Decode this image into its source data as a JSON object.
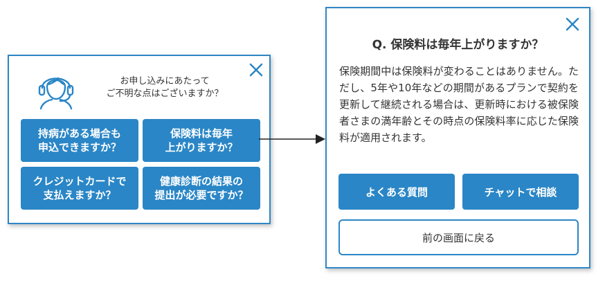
{
  "left_widget": {
    "greeting_line1": "お申し込みにあたって",
    "greeting_line2": "ご不明な点はございますか？",
    "faq_buttons": [
      {
        "label": "持病がある場合も\n申込できますか？"
      },
      {
        "label": "保険料は毎年\n上がりますか？"
      },
      {
        "label": "クレジットカードで\n支払えますか？"
      },
      {
        "label": "健康診断の結果の\n提出が必要ですか？"
      }
    ]
  },
  "right_widget": {
    "question": "Q. 保険料は毎年上がりますか？",
    "answer": "保険期間中は保険料が変わることはありません。ただし、5年や10年などの期間があるプランで契約を更新して継続される場合は、更新時における被保険者さまの満年齢とその時点の保険料率に応じた保険料が適用されます。",
    "faq_button": "よくある質問",
    "chat_button": "チャットで相談",
    "back_button": "前の画面に戻る"
  },
  "colors": {
    "accent": "#2a86c6",
    "text": "#333333"
  },
  "icons": {
    "operator": "operator-headset-icon",
    "close": "close-icon",
    "arrow": "arrow-right-icon"
  }
}
